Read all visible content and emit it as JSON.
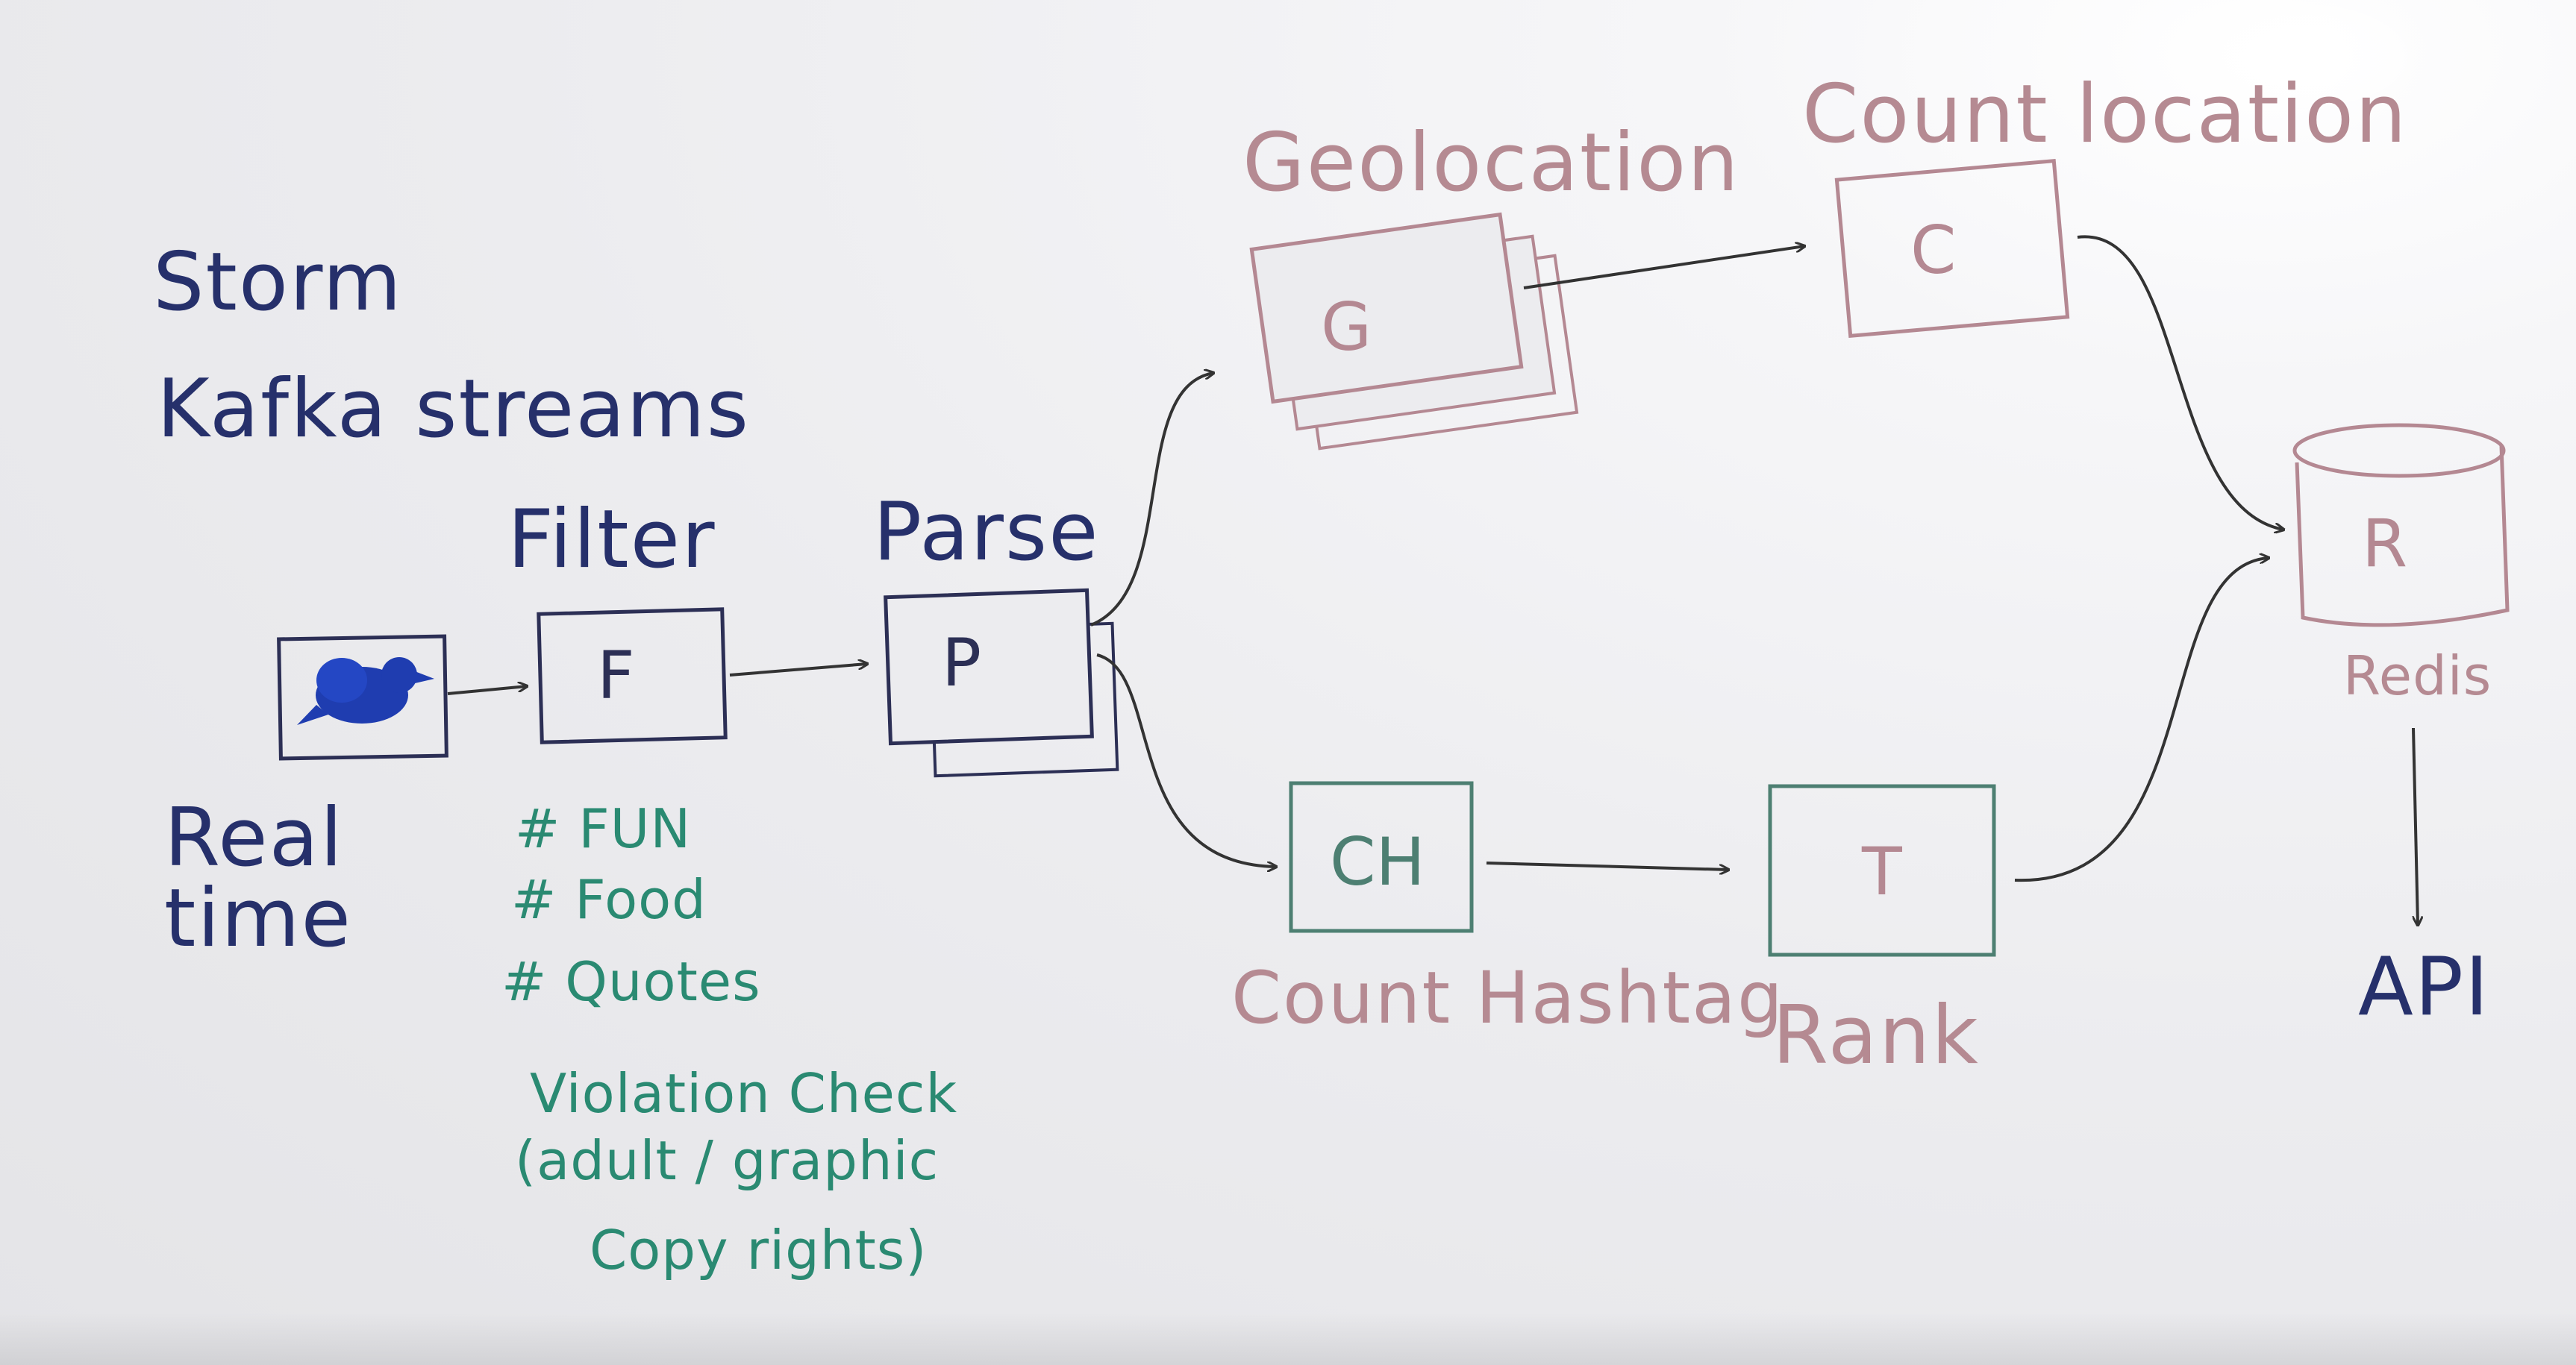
{
  "frameworks": [
    "Storm",
    "Kafka streams"
  ],
  "source": {
    "label": "Real time",
    "icon": "bird-icon"
  },
  "stages": {
    "filter": {
      "title": "Filter",
      "node": "F",
      "items": [
        "# FUN",
        "# Food",
        "# Quotes"
      ]
    },
    "violation_check": {
      "title": "Violation Check",
      "lines": [
        "(adult / graphic",
        "Copy rights)"
      ]
    },
    "parse": {
      "title": "Parse",
      "node": "P"
    },
    "geolocation": {
      "title": "Geolocation",
      "node": "G"
    },
    "count_location": {
      "title": "Count location",
      "node": "C"
    },
    "count_hashtag": {
      "title": "Count Hashtag",
      "node": "CH"
    },
    "rank": {
      "title": "Rank",
      "node": "T"
    },
    "redis": {
      "title": "Redis",
      "node": "R"
    },
    "api": {
      "title": "API"
    }
  },
  "colors": {
    "navy": "#26306b",
    "teal": "#2a8a72",
    "mauve": "#b58a92",
    "connector": "#333333"
  }
}
